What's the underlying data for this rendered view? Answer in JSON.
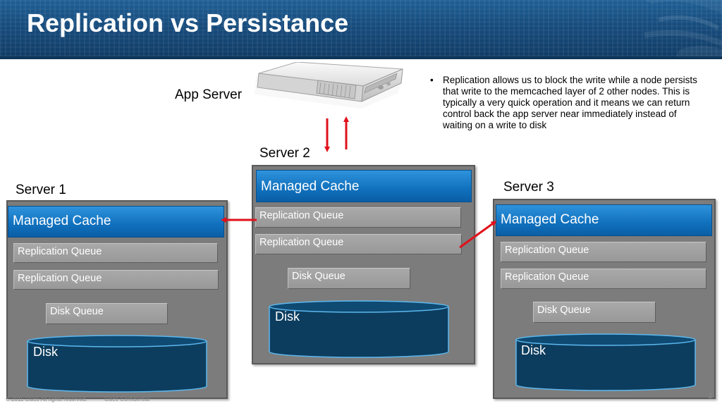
{
  "slide": {
    "title": "Replication vs Persistance",
    "footer_copyright": "© 2011 Cisco All rights reserved.",
    "footer_confidential": "Cisco Confidential",
    "page_number": "2"
  },
  "app_server": {
    "label": "App Server"
  },
  "bullet": {
    "marker": "•",
    "text": "Replication allows us to block the write while a node persists that write to the memcached layer of 2 other nodes.  This is typically a very quick operation and it means we can return control back the app server near immediately instead of waiting on a write to disk"
  },
  "servers": {
    "server1": {
      "label": "Server 1",
      "cache": "Managed Cache",
      "queues": [
        "Replication Queue",
        "Replication Queue"
      ],
      "disk_queue": "Disk Queue",
      "disk": "Disk"
    },
    "server2": {
      "label": "Server 2",
      "cache": "Managed Cache",
      "queues": [
        "Replication Queue",
        "Replication Queue"
      ],
      "disk_queue": "Disk Queue",
      "disk": "Disk"
    },
    "server3": {
      "label": "Server 3",
      "cache": "Managed Cache",
      "queues": [
        "Replication Queue",
        "Replication Queue"
      ],
      "disk_queue": "Disk Queue",
      "disk": "Disk"
    }
  },
  "colors": {
    "header": "#174c7d",
    "cache_blue": "#1070bd",
    "server_gray": "#7c7c7c",
    "queue_gray": "#a0a0a0",
    "disk_navy": "#0d3d5e",
    "arrow_red": "#e0111b"
  }
}
